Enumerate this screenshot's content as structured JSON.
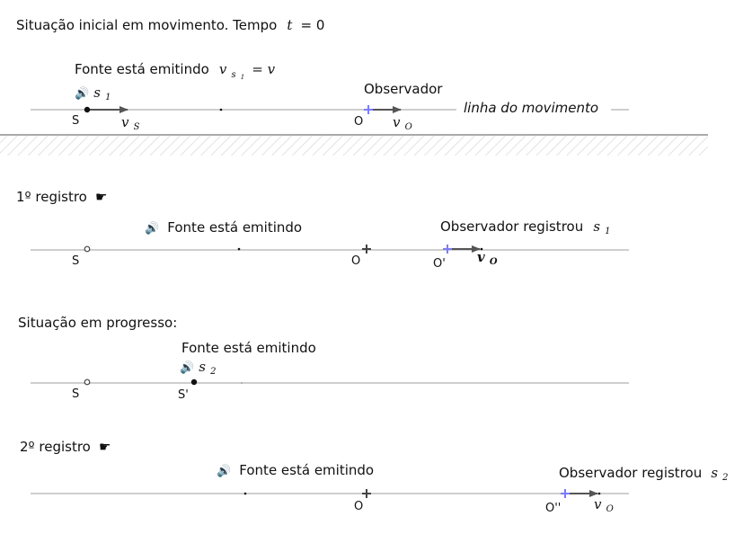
{
  "section1": {
    "title": "Situação inicial em movimento. Tempo",
    "time_var": "t",
    "time_eq": "= 0",
    "source_label": "Fonte está emitindo",
    "source_eq_var": "v",
    "source_eq_sub": "s",
    "source_eq_subsub": "1",
    "source_eq_rhs": "= v",
    "speaker": "🔊",
    "signal_var": "s",
    "signal_sub": "1",
    "point_S": "S",
    "vel_S_var": "v",
    "vel_S_sub": "S",
    "observer_label": "Observador",
    "point_O": "O",
    "vel_O_var": "v",
    "vel_O_sub": "O",
    "line_label": "linha do movimento"
  },
  "section2": {
    "title": "1º registro",
    "hand": "☛",
    "speaker": "🔊",
    "source_label": "Fonte está emitindo",
    "observer_label": "Observador registrou",
    "observer_var": "s",
    "observer_sub": "1",
    "point_S": "S",
    "point_O": "O",
    "point_O1": "O'",
    "vel_O_var": "v",
    "vel_O_sub": "O"
  },
  "section3": {
    "title": "Situação em progresso:",
    "source_label": "Fonte está emitindo",
    "speaker": "🔊",
    "signal_var": "s",
    "signal_sub": "2",
    "point_S": "S",
    "point_S1": "S'"
  },
  "section4": {
    "title": "2º registro",
    "hand": "☛",
    "speaker": "🔊",
    "source_label": "Fonte está emitindo",
    "observer_label": "Observador registrou",
    "observer_var": "s",
    "observer_sub": "2",
    "point_O": "O",
    "point_O2": "O''",
    "vel_O_var": "v",
    "vel_O_sub": "O"
  },
  "colors": {
    "line": "#bdbdbd",
    "arrow": "#555555",
    "observer_cross": "#7b7bff",
    "hatch": "#d0d0d0"
  }
}
